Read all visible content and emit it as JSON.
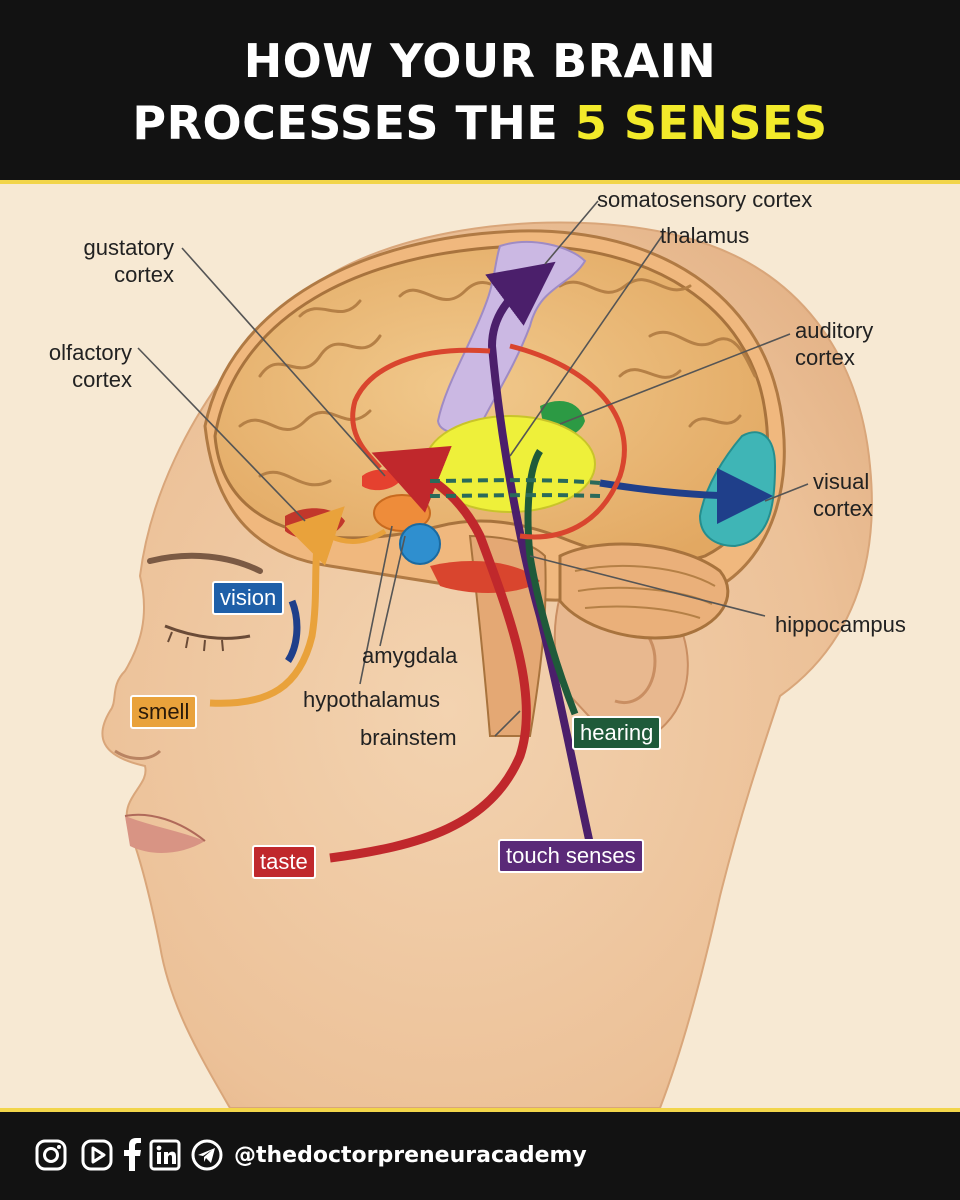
{
  "header": {
    "title_line1": "HOW YOUR BRAIN",
    "title_line2_prefix": "PROCESSES THE ",
    "title_line2_highlight": "5 SENSES",
    "highlight_color": "#f2ea2a"
  },
  "labels": {
    "somatosensory": "somatosensory cortex",
    "thalamus": "thalamus",
    "gustatory_l1": "gustatory",
    "gustatory_l2": "cortex",
    "olfactory_l1": "olfactory",
    "olfactory_l2": "cortex",
    "auditory_l1": "auditory",
    "auditory_l2": "cortex",
    "visual_l1": "visual",
    "visual_l2": "cortex",
    "hippocampus": "hippocampus",
    "amygdala": "amygdala",
    "hypothalamus": "hypothalamus",
    "brainstem": "brainstem"
  },
  "senses": {
    "vision": {
      "label": "vision",
      "color": "#1f5fa8"
    },
    "smell": {
      "label": "smell",
      "color": "#e9a23b"
    },
    "hearing": {
      "label": "hearing",
      "color": "#1f5a3a"
    },
    "taste": {
      "label": "taste",
      "color": "#c0282c"
    },
    "touch": {
      "label": "touch senses",
      "color": "#5a2a78"
    }
  },
  "footer": {
    "handle": "@thedoctorpreneuracademy",
    "icons": [
      "instagram-icon",
      "youtube-icon",
      "facebook-icon",
      "linkedin-icon",
      "telegram-icon"
    ]
  }
}
